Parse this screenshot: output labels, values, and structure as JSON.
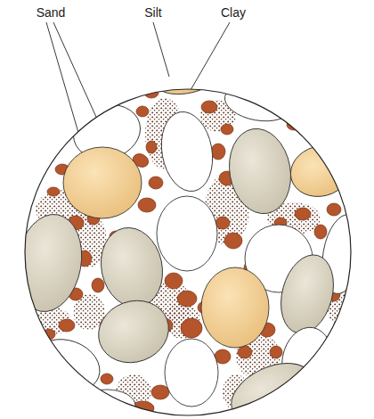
{
  "diagram": {
    "labels": [
      "Sand",
      "Silt",
      "Clay"
    ]
  }
}
